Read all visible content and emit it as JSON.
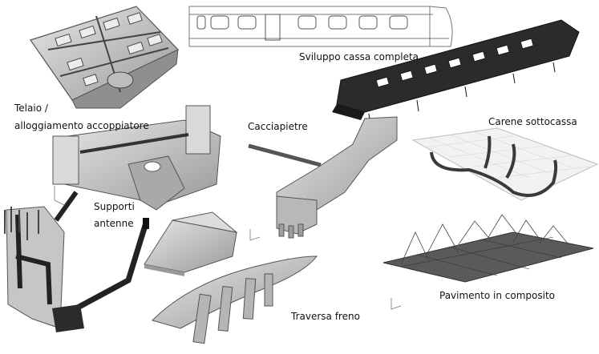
{
  "labels": {
    "telaio_line1": "Telaio /",
    "telaio_line2": "alloggiamento accoppiatore",
    "sviluppo": "Sviluppo cassa completa",
    "cacciapietre": "Cacciapietre",
    "carene": "Carene sottocassa",
    "supporti_line1": "Supporti",
    "supporti_line2": "antenne",
    "traversa": "Traversa freno",
    "pavimento": "Pavimento in composito"
  },
  "colors": {
    "part_fill": "#c9c9c9",
    "part_dark": "#3a3a3a",
    "part_stroke": "#555555",
    "mesh": "#222222",
    "outline": "#777777"
  }
}
